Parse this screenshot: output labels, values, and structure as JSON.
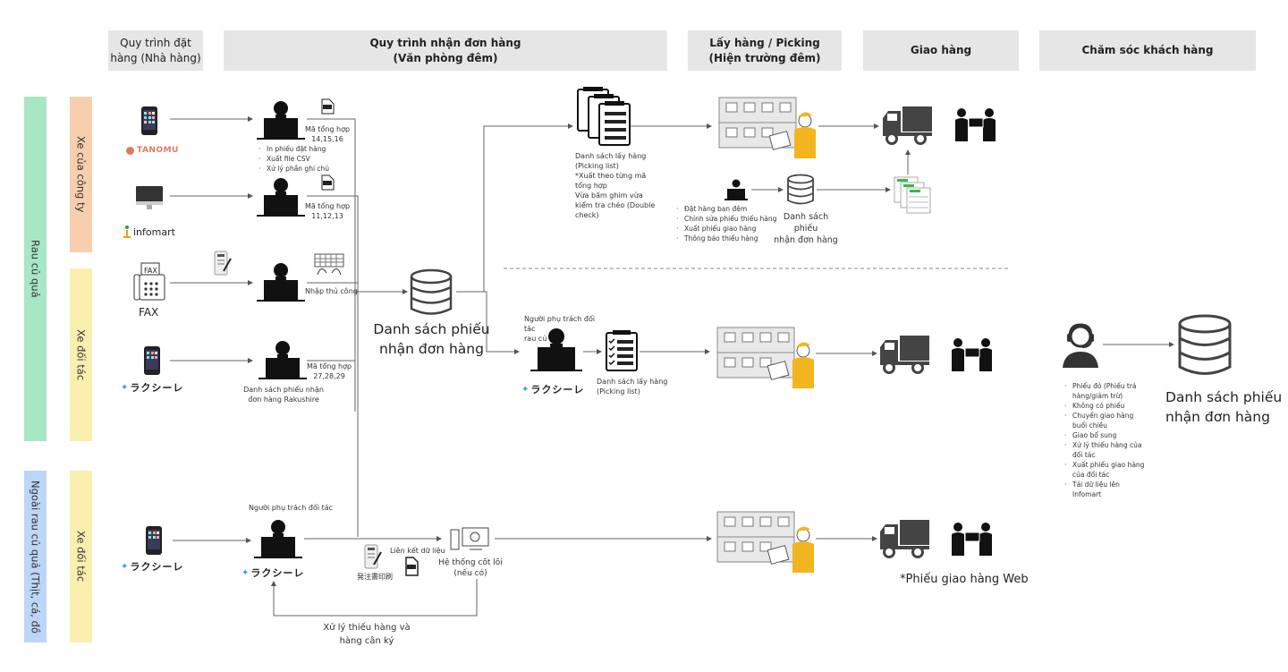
{
  "headers": [
    {
      "id": "order-process",
      "label": "Quy trình đặt\nhàng (Nhà hàng)"
    },
    {
      "id": "receive-process",
      "label": "Quy trình nhận đơn hàng\n(Văn phòng đêm)"
    },
    {
      "id": "picking",
      "label": "Lấy hàng / Picking\n(Hiện trường đêm)"
    },
    {
      "id": "delivery",
      "label": "Giao hàng"
    },
    {
      "id": "customer-care",
      "label": "Chăm sóc khách hàng"
    }
  ],
  "lanes": {
    "vegetables": "Rau củ quả",
    "non_vegetables": "Ngoài rau củ quả (Thịt, cá, đồ",
    "company_truck": "Xe của công ty",
    "partner_truck_1": "Xe đối tác",
    "partner_truck_2": "Xe đối tác"
  },
  "sources": {
    "tanomu": "TANOMU",
    "infomart": "infomart",
    "fax": "FAX",
    "rakushire": "ラクシーレ"
  },
  "office": {
    "code1": "Mã tổng hợp\n14,15,16",
    "tasks1": [
      "In phiếu đặt hàng",
      "Xuất file CSV",
      "Xử lý phần ghi chú"
    ],
    "code2": "Mã tổng hợp\n11,12,13",
    "manual_input": "Nhập thủ công",
    "code3": "Mã tổng hợp\n27,28,29",
    "rakushire_list": "Danh sách phiếu nhận\nđơn hàng Rakushire",
    "central_db": "Danh sách phiếu\nnhận đơn hàng"
  },
  "picking_upper": {
    "list_desc": "Danh sách lấy hàng\n(Picking list)\n*Xuất theo từng mã\ntổng hợp\nVừa bấm ghim vừa\nkiểm tra chéo (Double\ncheck)",
    "night_tasks": [
      "Đặt hàng ban đêm",
      "Chỉnh sửa phiếu thiếu hàng",
      "Xuất phiếu giao hàng",
      "Thông báo thiếu hàng"
    ],
    "db_label": "Danh sách phiếu\nnhận đơn hàng"
  },
  "picking_middle": {
    "partner_person": "Người phụ trách đối tác\nrau củ quả",
    "list_desc": "Danh sách lấy hàng\n(Picking list)"
  },
  "bottom": {
    "partner_person": "Người phụ trách đối tác",
    "print_label": "発注書印刷",
    "data_link": "Liên kết dữ liệu",
    "core_system": "Hệ thống cốt lõi\n(nếu có)",
    "feedback": "Xử lý thiếu hàng và\nhàng cân ký",
    "web_slip": "*Phiếu giao hàng Web"
  },
  "customer_care": {
    "tasks": [
      "Phiếu đỏ (Phiếu trả hàng/giảm trừ)",
      "Không có phiếu",
      "Chuyển giao hàng buổi chiều",
      "Giao bổ sung",
      "Xử lý thiếu hàng của đối tác",
      "Xuất phiếu giao hàng của đối tác",
      "Tải dữ liệu lên Infomart"
    ],
    "db_label": "Danh sách phiếu\nnhận đơn hàng"
  },
  "colors": {
    "header_bg": "#e6e6e6",
    "lane_vegetables": "#a8e6c4",
    "lane_non_vegetables": "#bcd6f5",
    "lane_company_truck": "#f7cfae",
    "lane_partner_truck": "#fbefb0",
    "worker_yellow": "#f2b51f",
    "tanomu": "#e07a5f"
  }
}
